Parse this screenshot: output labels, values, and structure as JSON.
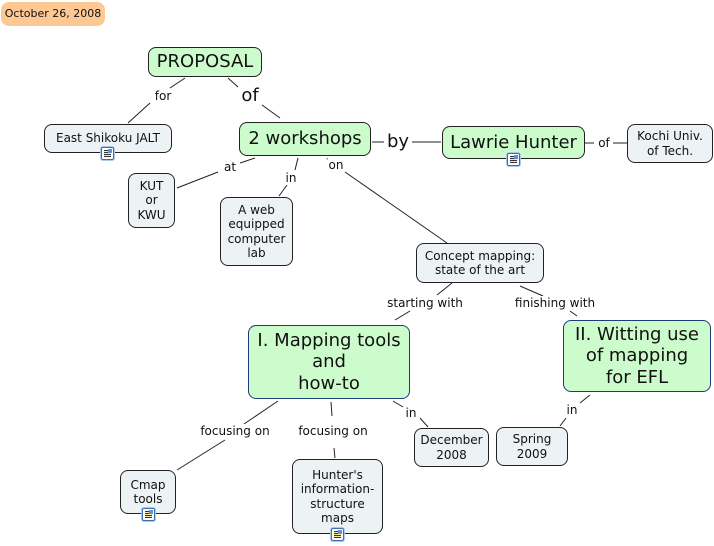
{
  "date_badge": "October 26, 2008",
  "concepts": {
    "proposal": "PROPOSAL",
    "east_shikoku": "East Shikoku JALT",
    "workshops": "2 workshops",
    "lawrie": "Lawrie Hunter",
    "kochi": "Kochi Univ.\nof Tech.",
    "kut": "KUT\nor\nKWU",
    "web_lab": "A web\nequipped\ncomputer\nlab",
    "concept_mapping": "Concept mapping:\nstate of the art",
    "mapping_tools": "I. Mapping tools\nand\nhow-to",
    "witting_use": "II. Witting use\nof mapping\nfor EFL",
    "cmap_tools": "Cmap\ntools",
    "hunters_maps": "Hunter's\ninformation-\nstructure\nmaps",
    "december": "December\n2008",
    "spring": "Spring\n2009"
  },
  "linking_phrases": {
    "for": "for",
    "of_main": "of",
    "by": "by",
    "of_kochi": "of",
    "at": "at",
    "in_lab": "in",
    "on": "on",
    "starting_with": "starting with",
    "finishing_with": "finishing with",
    "focusing_on_1": "focusing on",
    "focusing_on_2": "focusing on",
    "in_december": "in",
    "in_spring": "in"
  },
  "resource_icon": "document-resource-icon",
  "colors": {
    "main_concept": "#ccfccc",
    "sub_concept": "#edf2f4",
    "date_badge": "#fdc893"
  }
}
